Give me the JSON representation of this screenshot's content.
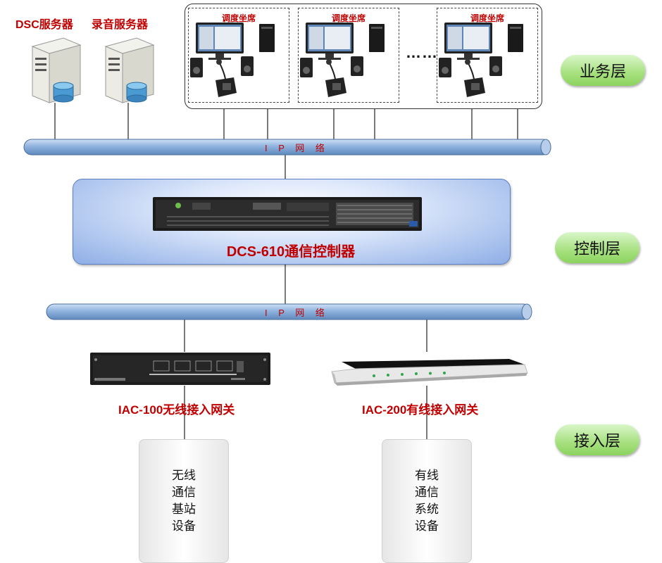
{
  "servers": {
    "dsc_label": "DSC服务器",
    "record_label": "录音服务器"
  },
  "seats": {
    "title": "调度坐席",
    "ellipsis": "……"
  },
  "layers": {
    "business": "业务层",
    "control": "控制层",
    "access": "接入层"
  },
  "network": {
    "top_label": "I P 网 络",
    "bottom_label": "I P 网 络"
  },
  "controller": {
    "label": "DCS-610通信控制器"
  },
  "gateways": {
    "iac100_label": "IAC-100无线接入网关",
    "iac200_label": "IAC-200有线接入网关"
  },
  "devices": {
    "wireless": "无线通信基站设备",
    "wired": "有线通信系统设备"
  }
}
